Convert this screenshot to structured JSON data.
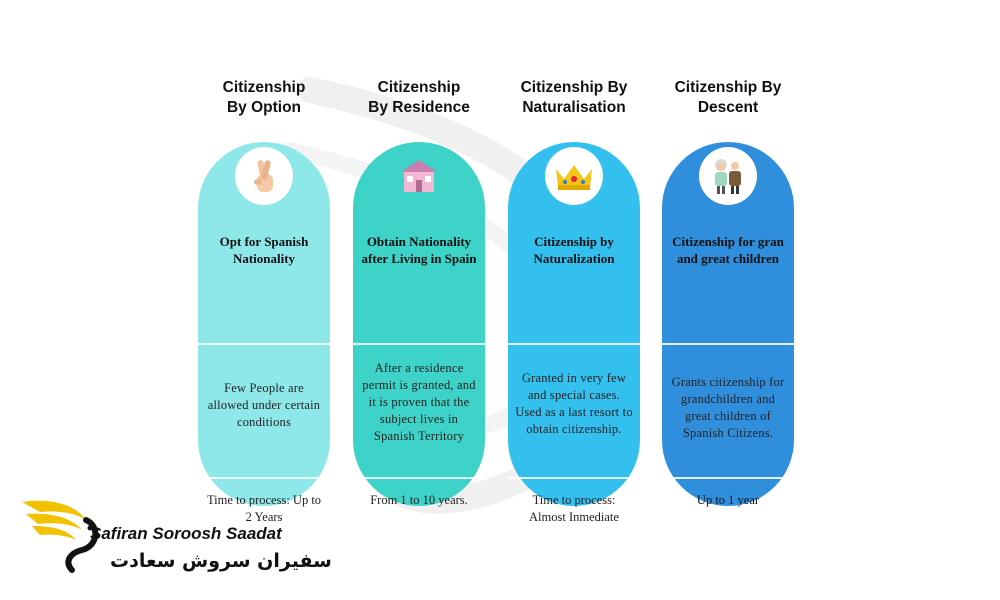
{
  "columns": [
    {
      "title_line1": "Citizenship",
      "title_line2": "By Option",
      "icon": "crossed-fingers-icon",
      "heading": "Opt for Spanish Nationality",
      "body": "Few People are allowed under certain conditions",
      "time": "Time to process: Up to 2 Years",
      "color": "#8ee8e9"
    },
    {
      "title_line1": "Citizenship",
      "title_line2": "By Residence",
      "icon": "house-icon",
      "heading": "Obtain Nationality after Living in Spain",
      "body": "After a residence permit is granted, and it is proven that the subject lives in Spanish Territory",
      "time": "From 1 to 10 years.",
      "color": "#3dd3c8"
    },
    {
      "title_line1": "Citizenship By",
      "title_line2": "Naturalisation",
      "icon": "crown-icon",
      "heading": "Citizenship by Naturalization",
      "body": "Granted in very few and special cases. Used as a last resort to obtain citizenship.",
      "time": "Time to process: Almost Inmediate",
      "color": "#33c0ee"
    },
    {
      "title_line1": "Citizenship By",
      "title_line2": "Descent",
      "icon": "elderly-couple-icon",
      "heading": "Citizenship for gran and great children",
      "body": "Grants citizenship for grandchildren and great children of Spanish Citizens.",
      "time": "Up to 1 year",
      "color": "#2f8fdc"
    }
  ],
  "logo": {
    "name_en": "Safiran Soroosh Saadat",
    "name_fa": "سفیران سروش سعادت",
    "accent": "#f2c200"
  }
}
